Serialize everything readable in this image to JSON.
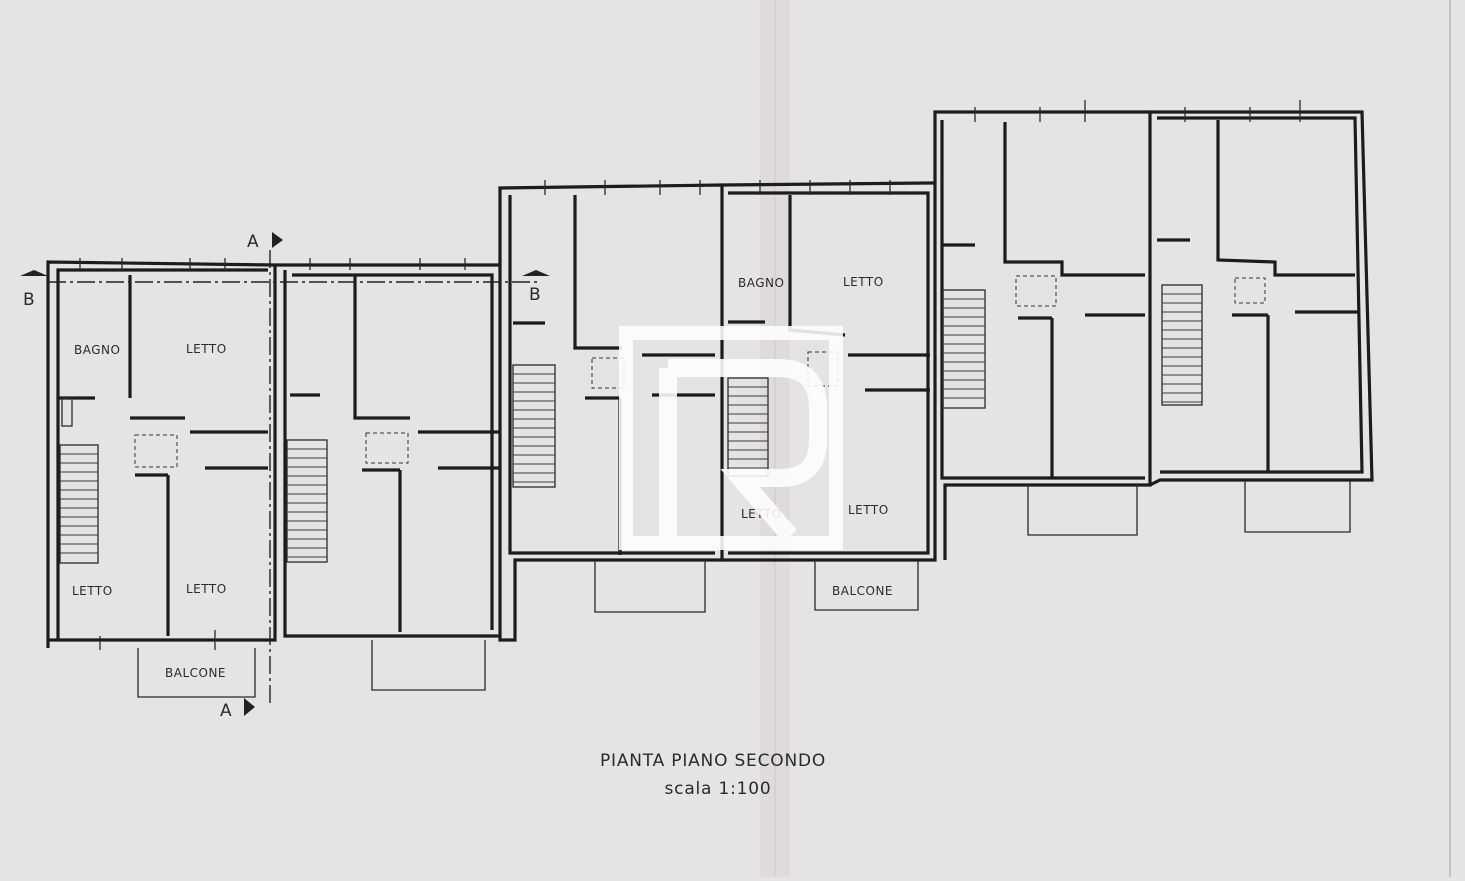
{
  "plan": {
    "title": "PIANTA PIANO SECONDO",
    "scale": "scala 1:100"
  },
  "section_markers": {
    "a": "A",
    "b": "B"
  },
  "rooms": {
    "bagno": "BAGNO",
    "letto": "LETTO",
    "balcone": "BALCONE"
  },
  "colors": {
    "paper": "#e6e3e3",
    "ink": "#1c1c1c",
    "fold_shadow": "#d4cfcf"
  }
}
